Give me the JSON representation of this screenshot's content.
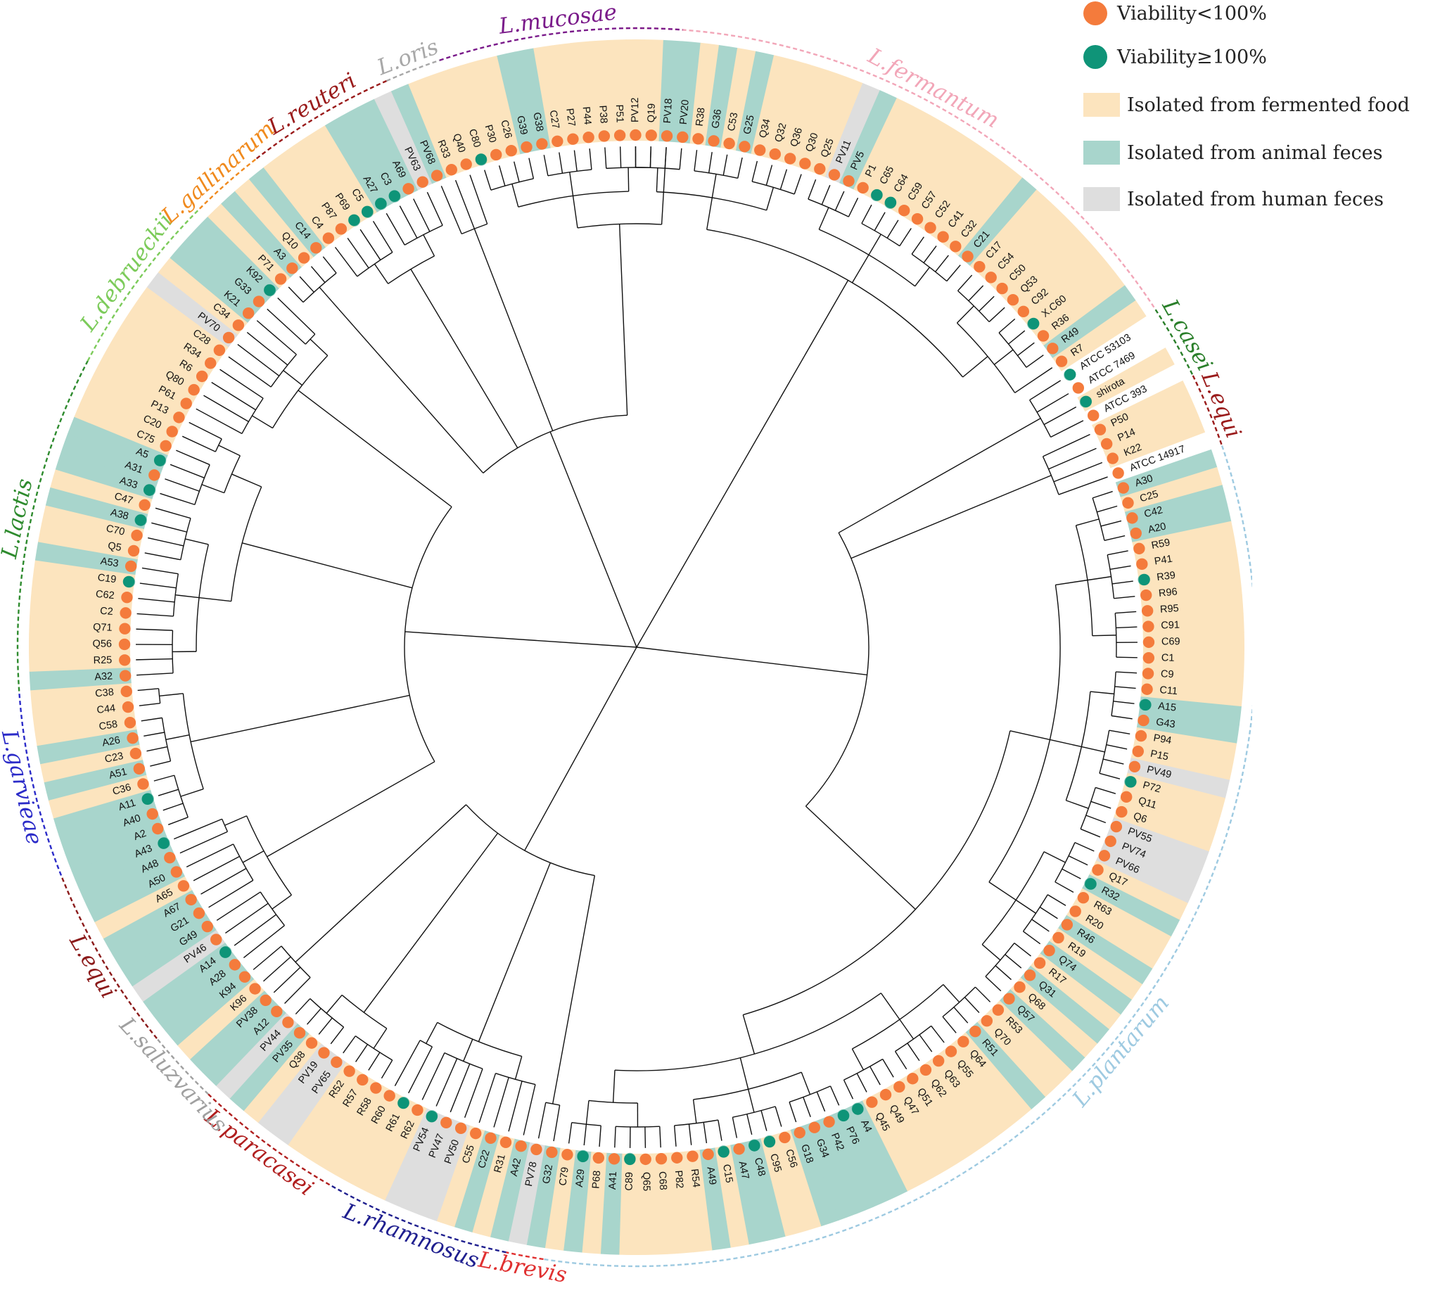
{
  "legend": {
    "viability_low": "Viability<100%",
    "viability_high": "Viability≥100%",
    "fermented": "Isolated from fermented food",
    "animal": "Isolated from animal feces",
    "human": "Isolated from human feces"
  },
  "colors": {
    "orange": "#F47B3C",
    "green": "#0F9478",
    "fermented": "#FCE4BE",
    "animal": "#A8D5CC",
    "human": "#DEDEDE",
    "branch": "#111111"
  },
  "leaves": [
    {
      "name": "PV12",
      "src": "F",
      "v": "L"
    },
    {
      "name": "Q19",
      "src": "F",
      "v": "L"
    },
    {
      "name": "PV18",
      "src": "A",
      "v": "L"
    },
    {
      "name": "PV20",
      "src": "A",
      "v": "L"
    },
    {
      "name": "R38",
      "src": "F",
      "v": "L"
    },
    {
      "name": "G36",
      "src": "A",
      "v": "L"
    },
    {
      "name": "C53",
      "src": "F",
      "v": "L"
    },
    {
      "name": "G25",
      "src": "A",
      "v": "L"
    },
    {
      "name": "Q34",
      "src": "F",
      "v": "L"
    },
    {
      "name": "Q32",
      "src": "F",
      "v": "L"
    },
    {
      "name": "Q36",
      "src": "F",
      "v": "L"
    },
    {
      "name": "Q30",
      "src": "F",
      "v": "L"
    },
    {
      "name": "Q25",
      "src": "F",
      "v": "L"
    },
    {
      "name": "PV11",
      "src": "H",
      "v": "L"
    },
    {
      "name": "PV5",
      "src": "A",
      "v": "L"
    },
    {
      "name": "P1",
      "src": "F",
      "v": "L"
    },
    {
      "name": "C65",
      "src": "F",
      "v": "H"
    },
    {
      "name": "C64",
      "src": "F",
      "v": "H"
    },
    {
      "name": "C59",
      "src": "F",
      "v": "L"
    },
    {
      "name": "C57",
      "src": "F",
      "v": "L"
    },
    {
      "name": "C52",
      "src": "F",
      "v": "L"
    },
    {
      "name": "C41",
      "src": "F",
      "v": "L"
    },
    {
      "name": "C32",
      "src": "F",
      "v": "L"
    },
    {
      "name": "C21",
      "src": "A",
      "v": "L"
    },
    {
      "name": "C17",
      "src": "F",
      "v": "L"
    },
    {
      "name": "C54",
      "src": "F",
      "v": "L"
    },
    {
      "name": "C50",
      "src": "F",
      "v": "L"
    },
    {
      "name": "Q53",
      "src": "F",
      "v": "L"
    },
    {
      "name": "C92",
      "src": "F",
      "v": "L"
    },
    {
      "name": "X.C60",
      "src": "F",
      "v": "H"
    },
    {
      "name": "R36",
      "src": "F",
      "v": "L"
    },
    {
      "name": "R49",
      "src": "A",
      "v": "L"
    },
    {
      "name": "R7",
      "src": "F",
      "v": "L"
    },
    {
      "name": "ATCC 53103",
      "src": "N",
      "v": "H"
    },
    {
      "name": "ATCC 7469",
      "src": "N",
      "v": "L"
    },
    {
      "name": "shirota",
      "src": "F",
      "v": "H"
    },
    {
      "name": "ATCC 393",
      "src": "N",
      "v": "L"
    },
    {
      "name": "P50",
      "src": "F",
      "v": "L"
    },
    {
      "name": "P14",
      "src": "F",
      "v": "L"
    },
    {
      "name": "K22",
      "src": "F",
      "v": "L"
    },
    {
      "name": "ATCC 14917",
      "src": "N",
      "v": "L"
    },
    {
      "name": "A30",
      "src": "A",
      "v": "L"
    },
    {
      "name": "C25",
      "src": "F",
      "v": "L"
    },
    {
      "name": "C42",
      "src": "A",
      "v": "L"
    },
    {
      "name": "A20",
      "src": "A",
      "v": "L"
    },
    {
      "name": "R59",
      "src": "F",
      "v": "L"
    },
    {
      "name": "P41",
      "src": "F",
      "v": "L"
    },
    {
      "name": "R39",
      "src": "F",
      "v": "H"
    },
    {
      "name": "R96",
      "src": "F",
      "v": "L"
    },
    {
      "name": "R95",
      "src": "F",
      "v": "L"
    },
    {
      "name": "C91",
      "src": "F",
      "v": "L"
    },
    {
      "name": "C69",
      "src": "F",
      "v": "L"
    },
    {
      "name": "C1",
      "src": "F",
      "v": "L"
    },
    {
      "name": "C9",
      "src": "F",
      "v": "L"
    },
    {
      "name": "C11",
      "src": "F",
      "v": "L"
    },
    {
      "name": "A15",
      "src": "A",
      "v": "H"
    },
    {
      "name": "G43",
      "src": "A",
      "v": "L"
    },
    {
      "name": "P94",
      "src": "F",
      "v": "L"
    },
    {
      "name": "P15",
      "src": "F",
      "v": "L"
    },
    {
      "name": "PV49",
      "src": "H",
      "v": "L"
    },
    {
      "name": "P72",
      "src": "F",
      "v": "H"
    },
    {
      "name": "Q11",
      "src": "F",
      "v": "L"
    },
    {
      "name": "Q6",
      "src": "F",
      "v": "L"
    },
    {
      "name": "PV55",
      "src": "H",
      "v": "L"
    },
    {
      "name": "PV74",
      "src": "H",
      "v": "L"
    },
    {
      "name": "PV66",
      "src": "H",
      "v": "L"
    },
    {
      "name": "Q17",
      "src": "F",
      "v": "L"
    },
    {
      "name": "R32",
      "src": "A",
      "v": "H"
    },
    {
      "name": "R63",
      "src": "F",
      "v": "L"
    },
    {
      "name": "R20",
      "src": "F",
      "v": "L"
    },
    {
      "name": "R46",
      "src": "A",
      "v": "L"
    },
    {
      "name": "R19",
      "src": "F",
      "v": "L"
    },
    {
      "name": "Q74",
      "src": "A",
      "v": "L"
    },
    {
      "name": "R17",
      "src": "F",
      "v": "L"
    },
    {
      "name": "Q31",
      "src": "A",
      "v": "L"
    },
    {
      "name": "Q68",
      "src": "F",
      "v": "L"
    },
    {
      "name": "Q57",
      "src": "A",
      "v": "L"
    },
    {
      "name": "R53",
      "src": "F",
      "v": "L"
    },
    {
      "name": "Q70",
      "src": "F",
      "v": "L"
    },
    {
      "name": "R51",
      "src": "A",
      "v": "L"
    },
    {
      "name": "Q64",
      "src": "F",
      "v": "L"
    },
    {
      "name": "Q55",
      "src": "F",
      "v": "L"
    },
    {
      "name": "Q63",
      "src": "F",
      "v": "L"
    },
    {
      "name": "Q62",
      "src": "F",
      "v": "L"
    },
    {
      "name": "Q51",
      "src": "F",
      "v": "L"
    },
    {
      "name": "Q47",
      "src": "F",
      "v": "L"
    },
    {
      "name": "Q49",
      "src": "F",
      "v": "L"
    },
    {
      "name": "Q45",
      "src": "F",
      "v": "L"
    },
    {
      "name": "A4",
      "src": "A",
      "v": "H"
    },
    {
      "name": "P76",
      "src": "A",
      "v": "H"
    },
    {
      "name": "P42",
      "src": "A",
      "v": "L"
    },
    {
      "name": "G34",
      "src": "A",
      "v": "L"
    },
    {
      "name": "G18",
      "src": "A",
      "v": "L"
    },
    {
      "name": "C56",
      "src": "F",
      "v": "L"
    },
    {
      "name": "C95",
      "src": "F",
      "v": "H"
    },
    {
      "name": "C48",
      "src": "A",
      "v": "H"
    },
    {
      "name": "A47",
      "src": "A",
      "v": "L"
    },
    {
      "name": "C15",
      "src": "F",
      "v": "H"
    },
    {
      "name": "A49",
      "src": "A",
      "v": "L"
    },
    {
      "name": "R54",
      "src": "F",
      "v": "L"
    },
    {
      "name": "P82",
      "src": "F",
      "v": "L"
    },
    {
      "name": "C68",
      "src": "F",
      "v": "L"
    },
    {
      "name": "Q65",
      "src": "F",
      "v": "L"
    },
    {
      "name": "C89",
      "src": "F",
      "v": "H"
    },
    {
      "name": "A41",
      "src": "A",
      "v": "L"
    },
    {
      "name": "P68",
      "src": "F",
      "v": "L"
    },
    {
      "name": "A29",
      "src": "A",
      "v": "H"
    },
    {
      "name": "C79",
      "src": "F",
      "v": "L"
    },
    {
      "name": "G32",
      "src": "A",
      "v": "L"
    },
    {
      "name": "PV78",
      "src": "H",
      "v": "L"
    },
    {
      "name": "A42",
      "src": "A",
      "v": "L"
    },
    {
      "name": "R31",
      "src": "F",
      "v": "L"
    },
    {
      "name": "C22",
      "src": "A",
      "v": "L"
    },
    {
      "name": "C55",
      "src": "F",
      "v": "L"
    },
    {
      "name": "PV50",
      "src": "H",
      "v": "L"
    },
    {
      "name": "PV47",
      "src": "H",
      "v": "L"
    },
    {
      "name": "PV54",
      "src": "H",
      "v": "H"
    },
    {
      "name": "R62",
      "src": "F",
      "v": "L"
    },
    {
      "name": "R61",
      "src": "F",
      "v": "H"
    },
    {
      "name": "R60",
      "src": "F",
      "v": "L"
    },
    {
      "name": "R58",
      "src": "F",
      "v": "L"
    },
    {
      "name": "R57",
      "src": "F",
      "v": "L"
    },
    {
      "name": "R52",
      "src": "F",
      "v": "L"
    },
    {
      "name": "PV65",
      "src": "H",
      "v": "L"
    },
    {
      "name": "PV19",
      "src": "H",
      "v": "L"
    },
    {
      "name": "Q38",
      "src": "F",
      "v": "L"
    },
    {
      "name": "PV35",
      "src": "A",
      "v": "L"
    },
    {
      "name": "PV44",
      "src": "H",
      "v": "L"
    },
    {
      "name": "A12",
      "src": "A",
      "v": "L"
    },
    {
      "name": "PV38",
      "src": "A",
      "v": "L"
    },
    {
      "name": "K96",
      "src": "F",
      "v": "L"
    },
    {
      "name": "K94",
      "src": "A",
      "v": "L"
    },
    {
      "name": "A28",
      "src": "A",
      "v": "L"
    },
    {
      "name": "A14",
      "src": "A",
      "v": "H"
    },
    {
      "name": "PV46",
      "src": "H",
      "v": "L"
    },
    {
      "name": "G49",
      "src": "A",
      "v": "L"
    },
    {
      "name": "G21",
      "src": "A",
      "v": "L"
    },
    {
      "name": "A67",
      "src": "A",
      "v": "L"
    },
    {
      "name": "A65",
      "src": "F",
      "v": "L"
    },
    {
      "name": "A50",
      "src": "A",
      "v": "L"
    },
    {
      "name": "A48",
      "src": "A",
      "v": "L"
    },
    {
      "name": "A43",
      "src": "A",
      "v": "H"
    },
    {
      "name": "A2",
      "src": "A",
      "v": "L"
    },
    {
      "name": "A40",
      "src": "A",
      "v": "L"
    },
    {
      "name": "A11",
      "src": "A",
      "v": "H"
    },
    {
      "name": "C36",
      "src": "F",
      "v": "L"
    },
    {
      "name": "A51",
      "src": "A",
      "v": "L"
    },
    {
      "name": "C23",
      "src": "F",
      "v": "L"
    },
    {
      "name": "A26",
      "src": "A",
      "v": "L"
    },
    {
      "name": "C58",
      "src": "F",
      "v": "L"
    },
    {
      "name": "C44",
      "src": "F",
      "v": "L"
    },
    {
      "name": "C38",
      "src": "F",
      "v": "L"
    },
    {
      "name": "A32",
      "src": "A",
      "v": "L"
    },
    {
      "name": "R25",
      "src": "F",
      "v": "L"
    },
    {
      "name": "Q56",
      "src": "F",
      "v": "L"
    },
    {
      "name": "Q71",
      "src": "F",
      "v": "L"
    },
    {
      "name": "C2",
      "src": "F",
      "v": "L"
    },
    {
      "name": "C62",
      "src": "F",
      "v": "L"
    },
    {
      "name": "C19",
      "src": "F",
      "v": "H"
    },
    {
      "name": "A53",
      "src": "A",
      "v": "L"
    },
    {
      "name": "Q5",
      "src": "F",
      "v": "L"
    },
    {
      "name": "C70",
      "src": "F",
      "v": "L"
    },
    {
      "name": "A38",
      "src": "A",
      "v": "H"
    },
    {
      "name": "C47",
      "src": "F",
      "v": "L"
    },
    {
      "name": "A33",
      "src": "A",
      "v": "H"
    },
    {
      "name": "A31",
      "src": "A",
      "v": "L"
    },
    {
      "name": "A5",
      "src": "A",
      "v": "H"
    },
    {
      "name": "C75",
      "src": "F",
      "v": "L"
    },
    {
      "name": "C20",
      "src": "F",
      "v": "L"
    },
    {
      "name": "P13",
      "src": "F",
      "v": "L"
    },
    {
      "name": "P61",
      "src": "F",
      "v": "L"
    },
    {
      "name": "Q80",
      "src": "F",
      "v": "L"
    },
    {
      "name": "R6",
      "src": "F",
      "v": "L"
    },
    {
      "name": "R34",
      "src": "F",
      "v": "L"
    },
    {
      "name": "C28",
      "src": "F",
      "v": "L"
    },
    {
      "name": "PV70",
      "src": "H",
      "v": "L"
    },
    {
      "name": "C34",
      "src": "F",
      "v": "L"
    },
    {
      "name": "K21",
      "src": "A",
      "v": "L"
    },
    {
      "name": "G33",
      "src": "A",
      "v": "L"
    },
    {
      "name": "K92",
      "src": "A",
      "v": "H"
    },
    {
      "name": "P71",
      "src": "F",
      "v": "L"
    },
    {
      "name": "A3",
      "src": "A",
      "v": "L"
    },
    {
      "name": "Q10",
      "src": "F",
      "v": "L"
    },
    {
      "name": "C14",
      "src": "A",
      "v": "L"
    },
    {
      "name": "C4",
      "src": "F",
      "v": "L"
    },
    {
      "name": "P87",
      "src": "F",
      "v": "L"
    },
    {
      "name": "P69",
      "src": "F",
      "v": "H"
    },
    {
      "name": "C5",
      "src": "F",
      "v": "H"
    },
    {
      "name": "A27",
      "src": "A",
      "v": "H"
    },
    {
      "name": "C3",
      "src": "A",
      "v": "H"
    },
    {
      "name": "A69",
      "src": "A",
      "v": "L"
    },
    {
      "name": "PV63",
      "src": "H",
      "v": "L"
    },
    {
      "name": "PV68",
      "src": "A",
      "v": "L"
    },
    {
      "name": "R33",
      "src": "F",
      "v": "L"
    },
    {
      "name": "Q40",
      "src": "F",
      "v": "L"
    },
    {
      "name": "C80",
      "src": "F",
      "v": "H"
    },
    {
      "name": "P30",
      "src": "F",
      "v": "L"
    },
    {
      "name": "C26",
      "src": "F",
      "v": "L"
    },
    {
      "name": "G39",
      "src": "A",
      "v": "L"
    },
    {
      "name": "G38",
      "src": "A",
      "v": "L"
    },
    {
      "name": "C27",
      "src": "F",
      "v": "L"
    },
    {
      "name": "P27",
      "src": "F",
      "v": "L"
    },
    {
      "name": "P44",
      "src": "F",
      "v": "L"
    },
    {
      "name": "P38",
      "src": "F",
      "v": "L"
    },
    {
      "name": "P51",
      "src": "F",
      "v": "L"
    }
  ],
  "clades": [
    {
      "name": "L.fermantum",
      "from": 0,
      "to": 32,
      "color": "#F2A6B8",
      "label_style": "italic"
    },
    {
      "name": "L.casei",
      "from": 33,
      "to": 36,
      "color": "#2A7F2A",
      "label_style": "italic"
    },
    {
      "name": "L.equi",
      "from": 37,
      "to": 40,
      "color": "#9A1B1B",
      "label_style": "italic"
    },
    {
      "name": "L.plantarum",
      "from": 41,
      "to": 107,
      "color": "#9ECAE1",
      "label_style": "italic"
    },
    {
      "name": "L.brevis",
      "from": 108,
      "to": 109,
      "color": "#E03030",
      "label_style": "italic"
    },
    {
      "name": "L.rhamnosus",
      "from": 110,
      "to": 119,
      "color": "#1F1F8F",
      "label_style": "italic"
    },
    {
      "name": "L.paracasei",
      "from": 120,
      "to": 127,
      "color": "#B01E1E",
      "label_style": "italic"
    },
    {
      "name": "L.saluzvarius",
      "from": 128,
      "to": 131,
      "color": "#A0A0A0",
      "label_style": "italic"
    },
    {
      "name": "L.equi",
      "from": 132,
      "to": 141,
      "color": "#8B1A1A",
      "label_style": "italic"
    },
    {
      "name": "L.garvieae",
      "from": 142,
      "to": 151,
      "color": "#2B2BC8",
      "label_style": "italic"
    },
    {
      "name": "L.lactis",
      "from": 152,
      "to": 169,
      "color": "#2E8B2E",
      "label_style": "italic"
    },
    {
      "name": "L.debrueckii",
      "from": 170,
      "to": 179,
      "color": "#7CCB5A",
      "label_style": "italic"
    },
    {
      "name": "L.gallinarum",
      "from": 180,
      "to": 183,
      "color": "#F08A1E",
      "label_style": "italic"
    },
    {
      "name": "L.reuteri",
      "from": 184,
      "to": 191,
      "color": "#9A1B1B",
      "label_style": "italic"
    },
    {
      "name": "L.oris",
      "from": 192,
      "to": 194,
      "color": "#A8A8A8",
      "label_style": "italic"
    },
    {
      "name": "L.mucosae",
      "from": 195,
      "to": 207,
      "color": "#7A1A8A",
      "label_style": "italic"
    }
  ]
}
